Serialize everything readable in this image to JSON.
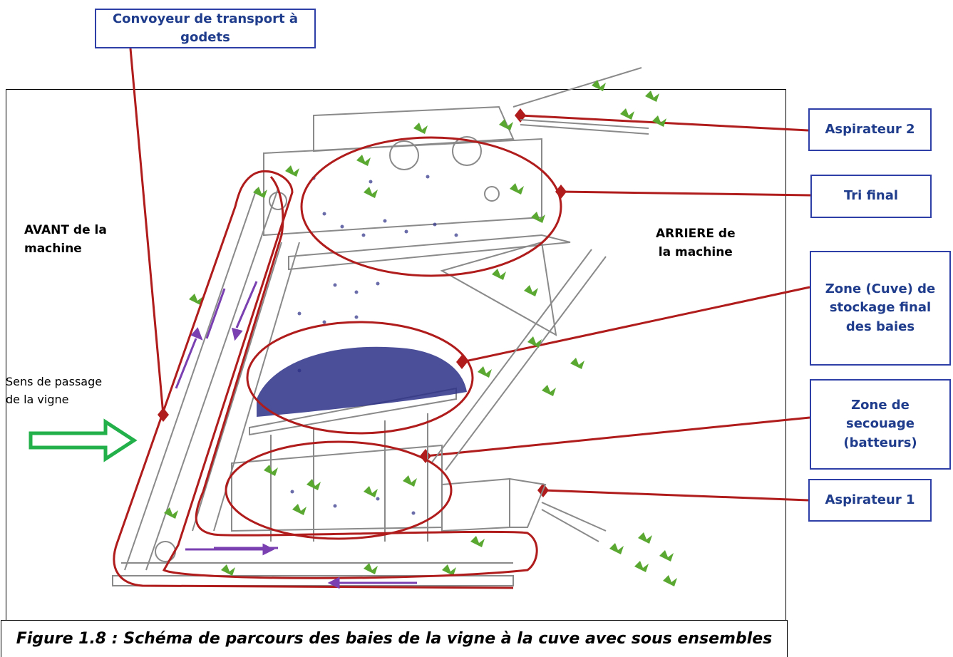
{
  "labels": {
    "convoyeur": "Convoyeur de transport à godets",
    "aspirateur2": "Aspirateur 2",
    "tri_final": "Tri final",
    "zone_cuve": "Zone (Cuve) de\nstockage final\ndes baies",
    "zone_secouage": "Zone de\nsecouage\n(batteurs)",
    "aspirateur1": "Aspirateur 1"
  },
  "sides": {
    "avant": "AVANT de la\nmachine",
    "arriere": "ARRIERE de\nla machine"
  },
  "direction_text": "Sens de passage\nde la vigne",
  "caption": "Figure 1.8 : Schéma de parcours des baies de la vigne à la cuve avec sous ensembles",
  "colors": {
    "callout_border": "#2f3fa8",
    "callout_text": "#1f3c8c",
    "highlight": "#b01c1c",
    "flow_arrow": "#7a3fb0",
    "direction_arrow": "#22b04a",
    "berries": "#2b2f86",
    "leaves": "#5aa832"
  }
}
